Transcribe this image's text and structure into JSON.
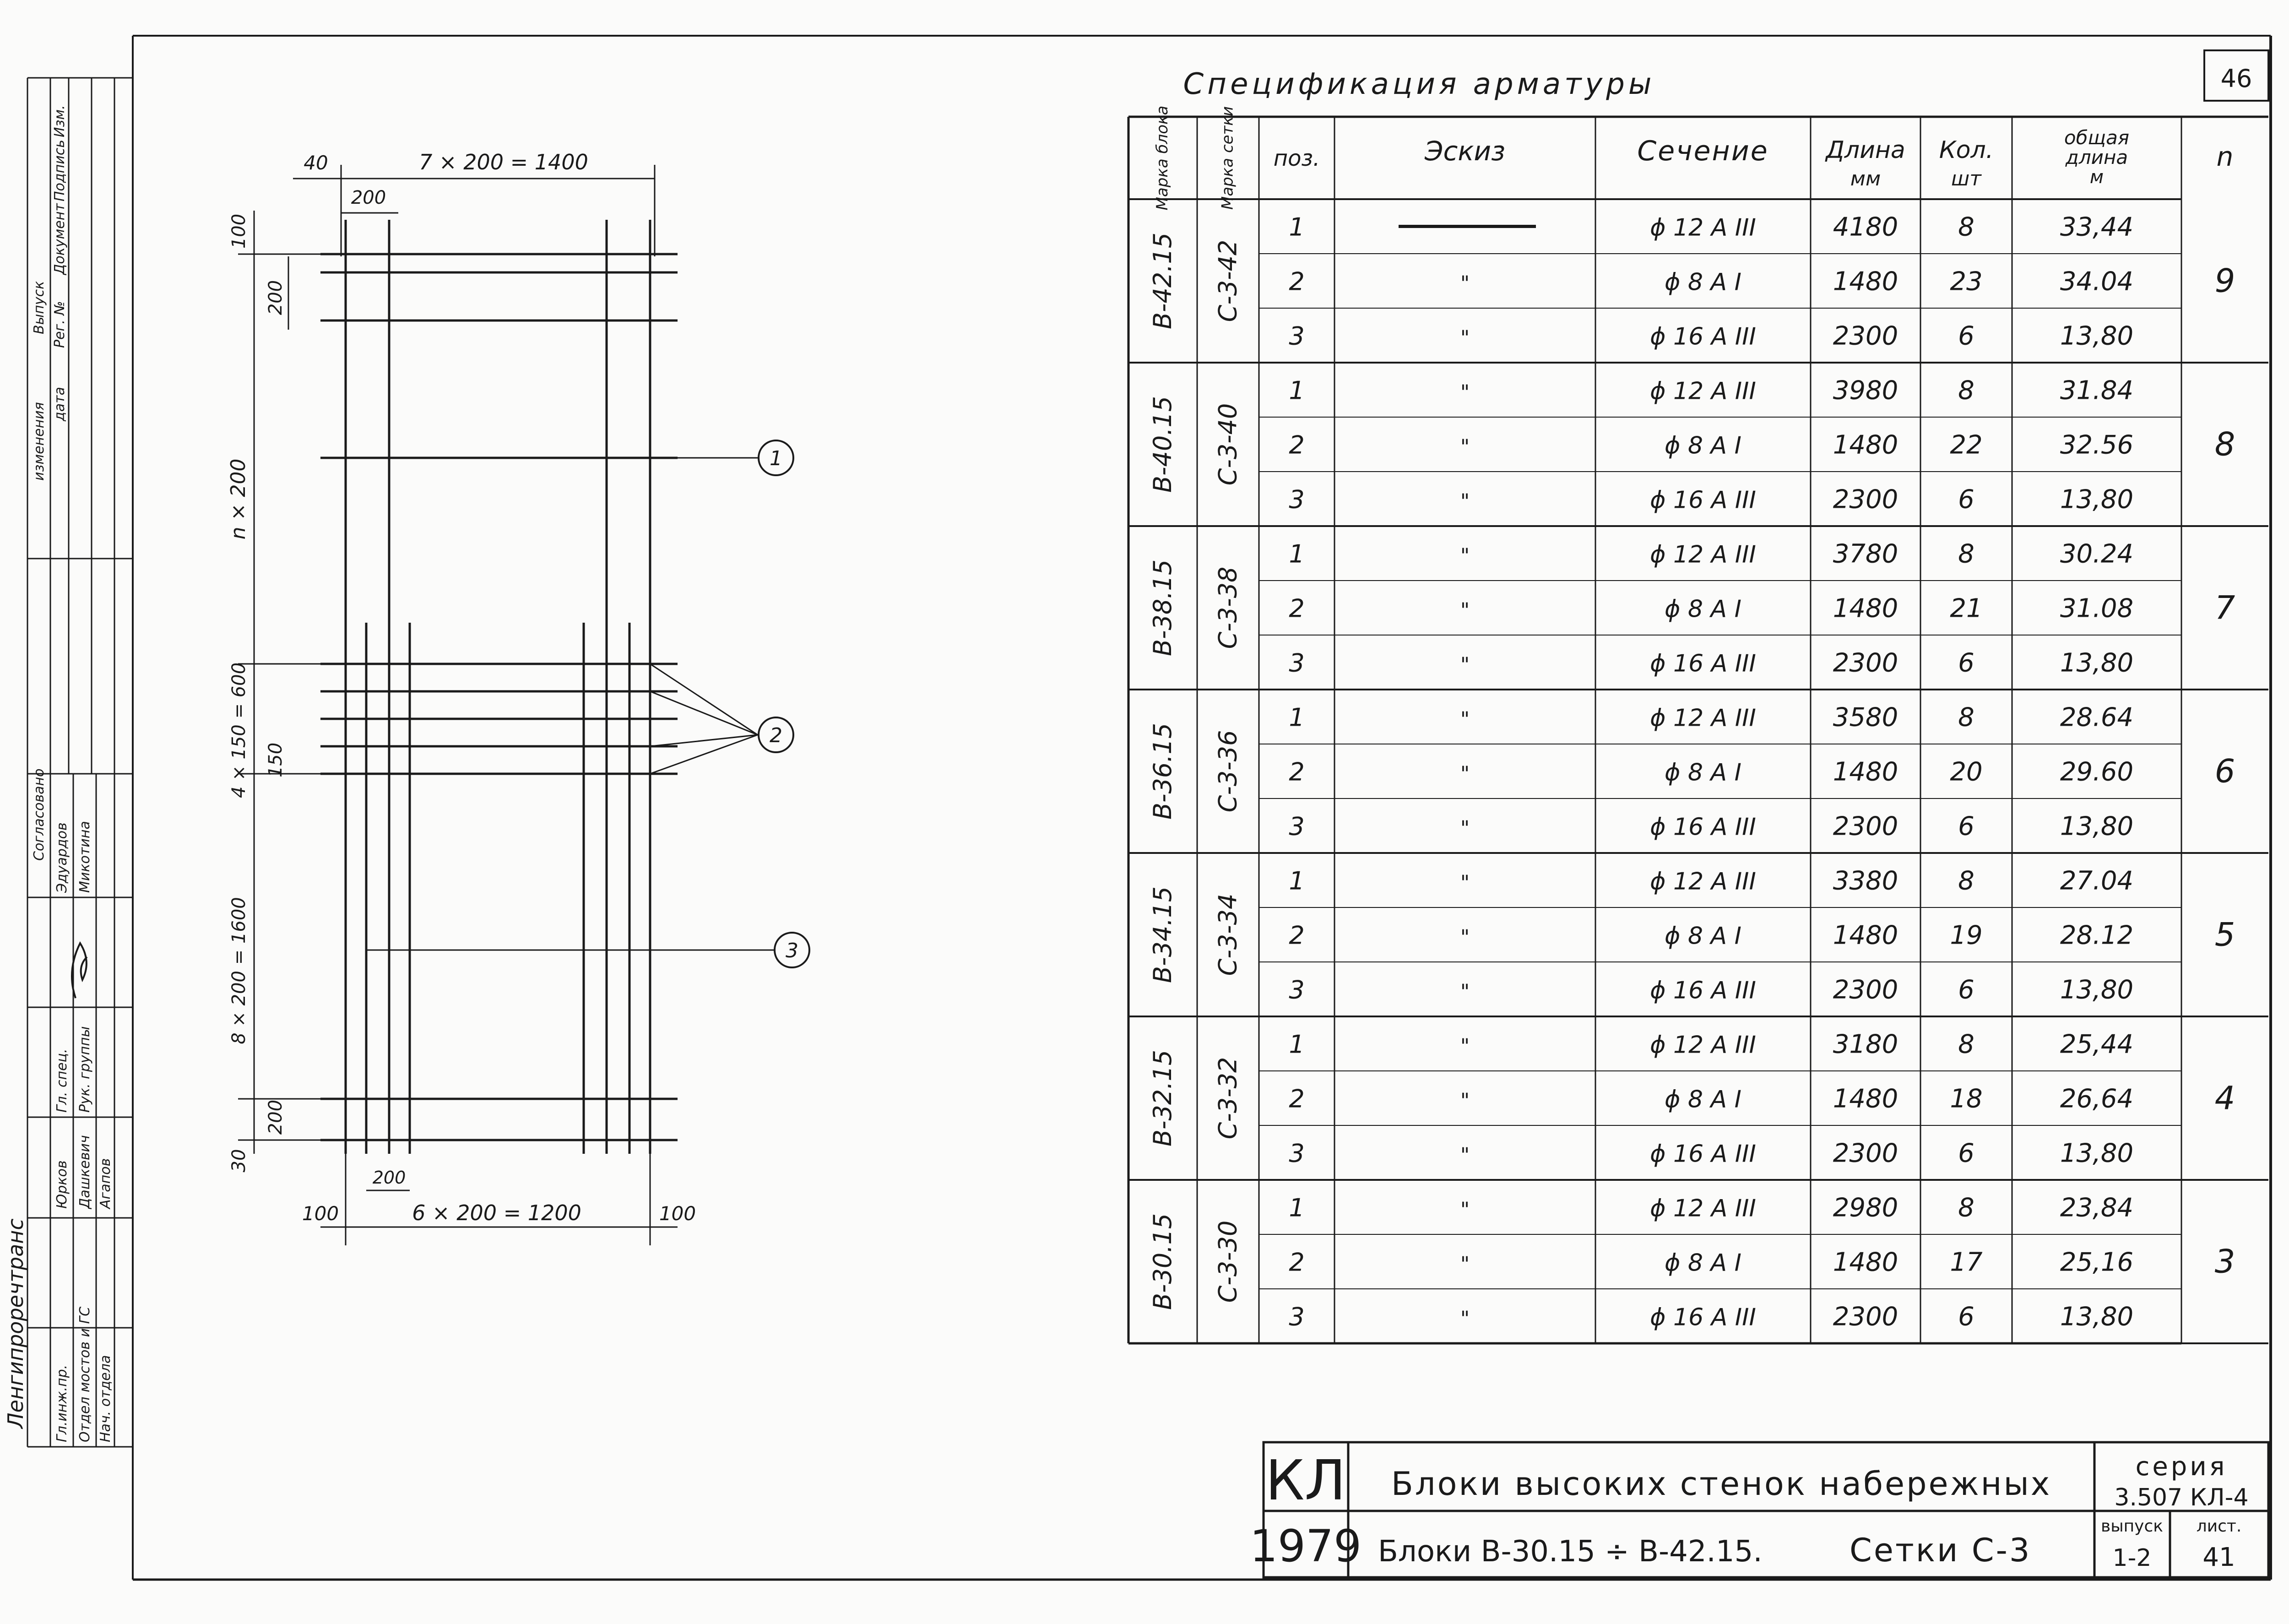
{
  "page_number": "46",
  "spec_title": "Спецификация арматуры",
  "table": {
    "headers": {
      "block_mark": [
        "Марка",
        "блока"
      ],
      "mesh_mark": [
        "Марка",
        "сетки"
      ],
      "pos": "поз.",
      "sketch": "Эскиз",
      "section": "Сечение",
      "length": [
        "Длина",
        "мм"
      ],
      "qty": [
        "Кол.",
        "шт"
      ],
      "total": [
        "общая",
        "длина",
        "м"
      ],
      "n": "n"
    },
    "groups": [
      {
        "block": "В-42.15",
        "mesh": "С-3-42",
        "n": "9",
        "rows": [
          {
            "pos": "1",
            "sketch": "",
            "section": "ϕ 12 А III",
            "length": "4180",
            "qty": "8",
            "total": "33,44"
          },
          {
            "pos": "2",
            "sketch": "\"",
            "section": "ϕ 8 А I",
            "length": "1480",
            "qty": "23",
            "total": "34.04"
          },
          {
            "pos": "3",
            "sketch": "\"",
            "section": "ϕ 16 А III",
            "length": "2300",
            "qty": "6",
            "total": "13,80"
          }
        ]
      },
      {
        "block": "В-40.15",
        "mesh": "С-3-40",
        "n": "8",
        "rows": [
          {
            "pos": "1",
            "sketch": "\"",
            "section": "ϕ 12 А III",
            "length": "3980",
            "qty": "8",
            "total": "31.84"
          },
          {
            "pos": "2",
            "sketch": "\"",
            "section": "ϕ 8 А I",
            "length": "1480",
            "qty": "22",
            "total": "32.56"
          },
          {
            "pos": "3",
            "sketch": "\"",
            "section": "ϕ 16 А III",
            "length": "2300",
            "qty": "6",
            "total": "13,80"
          }
        ]
      },
      {
        "block": "В-38.15",
        "mesh": "С-3-38",
        "n": "7",
        "rows": [
          {
            "pos": "1",
            "sketch": "\"",
            "section": "ϕ 12 А III",
            "length": "3780",
            "qty": "8",
            "total": "30.24"
          },
          {
            "pos": "2",
            "sketch": "\"",
            "section": "ϕ 8 А I",
            "length": "1480",
            "qty": "21",
            "total": "31.08"
          },
          {
            "pos": "3",
            "sketch": "\"",
            "section": "ϕ 16 А III",
            "length": "2300",
            "qty": "6",
            "total": "13,80"
          }
        ]
      },
      {
        "block": "В-36.15",
        "mesh": "С-3-36",
        "n": "6",
        "rows": [
          {
            "pos": "1",
            "sketch": "\"",
            "section": "ϕ 12 А III",
            "length": "3580",
            "qty": "8",
            "total": "28.64"
          },
          {
            "pos": "2",
            "sketch": "\"",
            "section": "ϕ 8 А I",
            "length": "1480",
            "qty": "20",
            "total": "29.60"
          },
          {
            "pos": "3",
            "sketch": "\"",
            "section": "ϕ 16 А III",
            "length": "2300",
            "qty": "6",
            "total": "13,80"
          }
        ]
      },
      {
        "block": "В-34.15",
        "mesh": "С-3-34",
        "n": "5",
        "rows": [
          {
            "pos": "1",
            "sketch": "\"",
            "section": "ϕ 12 А III",
            "length": "3380",
            "qty": "8",
            "total": "27.04"
          },
          {
            "pos": "2",
            "sketch": "\"",
            "section": "ϕ 8 А I",
            "length": "1480",
            "qty": "19",
            "total": "28.12"
          },
          {
            "pos": "3",
            "sketch": "\"",
            "section": "ϕ 16 А III",
            "length": "2300",
            "qty": "6",
            "total": "13,80"
          }
        ]
      },
      {
        "block": "В-32.15",
        "mesh": "С-3-32",
        "n": "4",
        "rows": [
          {
            "pos": "1",
            "sketch": "\"",
            "section": "ϕ 12 А III",
            "length": "3180",
            "qty": "8",
            "total": "25,44"
          },
          {
            "pos": "2",
            "sketch": "\"",
            "section": "ϕ 8 А I",
            "length": "1480",
            "qty": "18",
            "total": "26,64"
          },
          {
            "pos": "3",
            "sketch": "\"",
            "section": "ϕ 16 А III",
            "length": "2300",
            "qty": "6",
            "total": "13,80"
          }
        ]
      },
      {
        "block": "В-30.15",
        "mesh": "С-3-30",
        "n": "3",
        "rows": [
          {
            "pos": "1",
            "sketch": "\"",
            "section": "ϕ 12 А III",
            "length": "2980",
            "qty": "8",
            "total": "23,84"
          },
          {
            "pos": "2",
            "sketch": "\"",
            "section": "ϕ 8 А I",
            "length": "1480",
            "qty": "17",
            "total": "25,16"
          },
          {
            "pos": "3",
            "sketch": "\"",
            "section": "ϕ 16 А III",
            "length": "2300",
            "qty": "6",
            "total": "13,80"
          }
        ]
      }
    ]
  },
  "drawing": {
    "dims": {
      "top_left": "40",
      "top": "7 × 200 = 1400",
      "top_200": "200",
      "left_100": "100",
      "left_200": "200",
      "left_n": "n × 200",
      "left_4x150": "4 × 150 = 600",
      "left_150": "150",
      "left_8x200": "8 × 200 = 1600",
      "left_200b": "200",
      "left_30": "30",
      "bottom_200": "200",
      "bottom_left": "100",
      "bottom": "6 × 200 = 1200",
      "bottom_right": "100"
    },
    "callouts": [
      "1",
      "2",
      "3"
    ]
  },
  "stamp": {
    "code": "КЛ",
    "year": "1979",
    "title": "Блоки высоких стенок набережных",
    "subtitle_a": "Блоки В-30.15 ÷ В-42.15.",
    "subtitle_b": "Сетки С-3",
    "series_label": "серия",
    "series_value": "3.507 КЛ-4",
    "issue_label": "выпуск",
    "issue_value": "1-2",
    "sheet_label": "лист.",
    "sheet_value": "41"
  },
  "side_strip": {
    "row_labels": [
      "Выпуск",
      "дата",
      "изменения"
    ],
    "col_labels": [
      "Рег. №",
      "Документ",
      "Подпись",
      "Изм."
    ],
    "approved": "Согласовано",
    "names": [
      "Эдуардов",
      "Микотина"
    ],
    "roles": [
      "Гл.инж.пр.",
      "Отдел мостов и ГС",
      "Нач. отдела",
      "Рук. группы",
      "Гл. спец."
    ],
    "people": [
      "Юрков",
      "Дашкевич",
      "Агапов"
    ],
    "org": "Ленгипроречтранс"
  }
}
